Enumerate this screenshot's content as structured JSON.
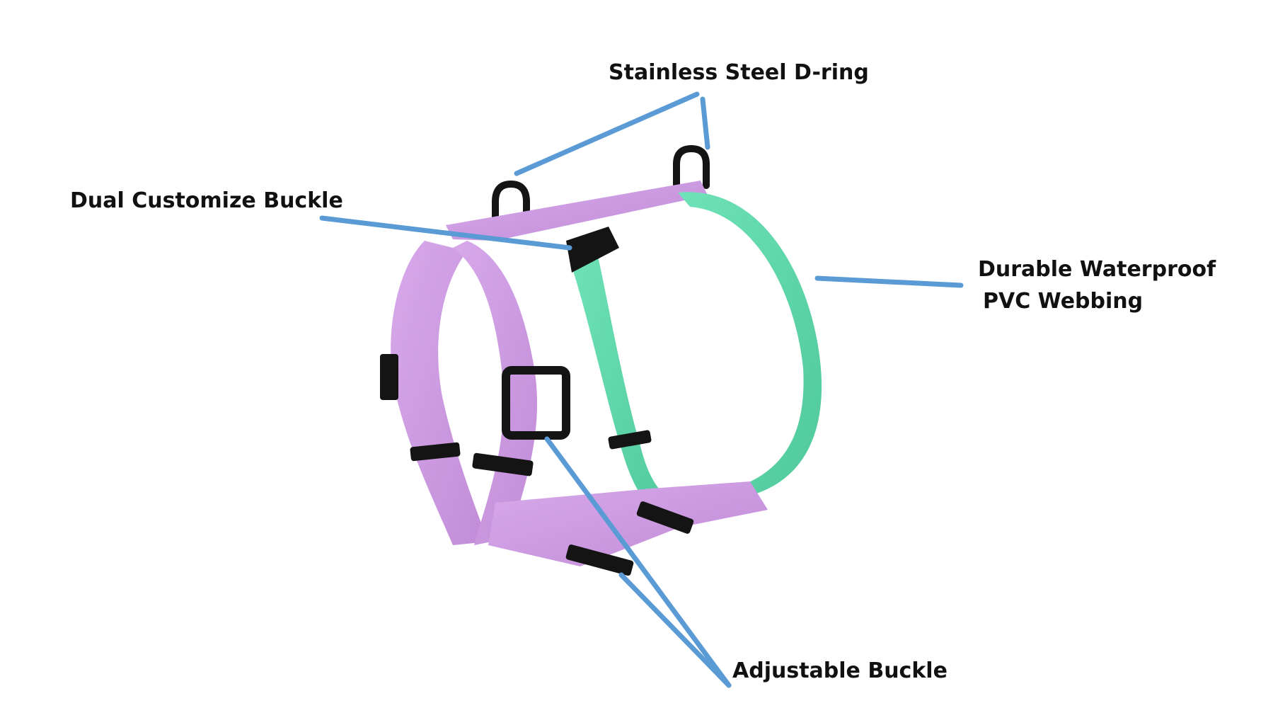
{
  "labels": {
    "d_ring": "Stainless Steel D-ring",
    "dual_buckle": "Dual Customize Buckle",
    "webbing_line1": "Durable Waterproof",
    "webbing_line2": "PVC Webbing",
    "adjustable_buckle": "Adjustable Buckle"
  },
  "colors": {
    "lilac_strap": "#cc99e0",
    "mint_strap": "#5fd8ad",
    "hardware": "#141414",
    "leader_line": "#5b9bd5",
    "text": "#111111",
    "background": "#ffffff"
  }
}
